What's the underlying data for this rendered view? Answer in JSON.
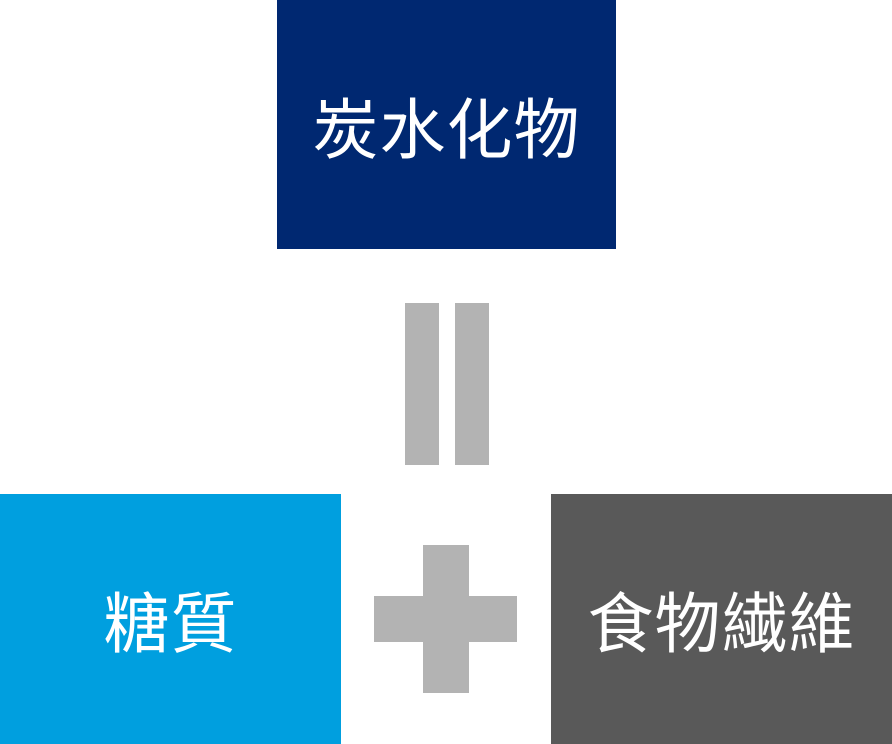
{
  "boxes": {
    "top": {
      "label": "炭水化物",
      "color": "#002871"
    },
    "left": {
      "label": "糖質",
      "color": "#009fdf"
    },
    "right": {
      "label": "食物繊維",
      "color": "#595959"
    }
  },
  "operators": {
    "equals": {
      "color": "#b3b3b3"
    },
    "plus": {
      "color": "#b3b3b3"
    }
  }
}
